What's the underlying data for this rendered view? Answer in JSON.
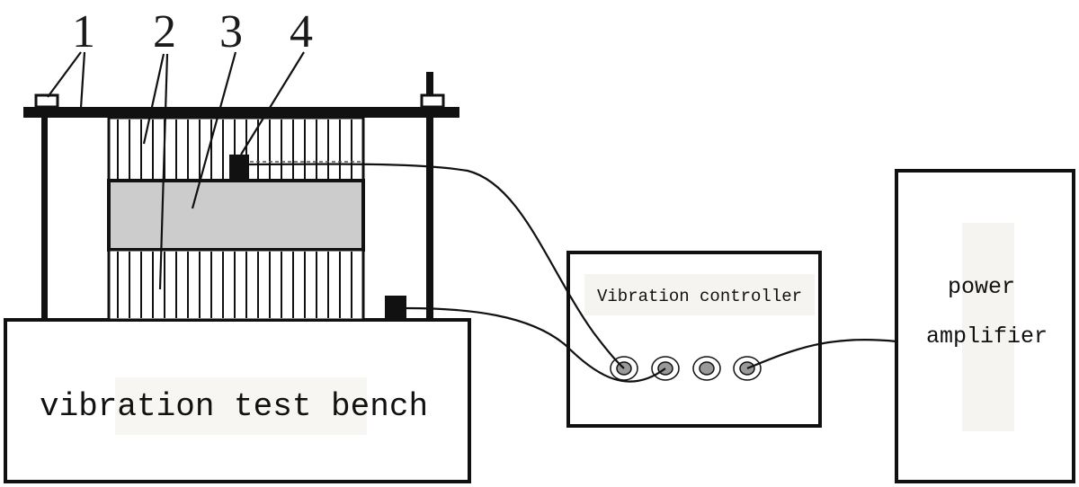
{
  "callouts": [
    "1",
    "2",
    "3",
    "4"
  ],
  "bench_label": "vibration test bench",
  "controller_label": "Vibration controller",
  "amplifier_label_line1": "power",
  "amplifier_label_line2": "amplifier",
  "colors": {
    "stroke": "#111111",
    "specimen_fill": "#cccccc",
    "sensor_fill": "#111111",
    "port_fill": "#999999"
  }
}
